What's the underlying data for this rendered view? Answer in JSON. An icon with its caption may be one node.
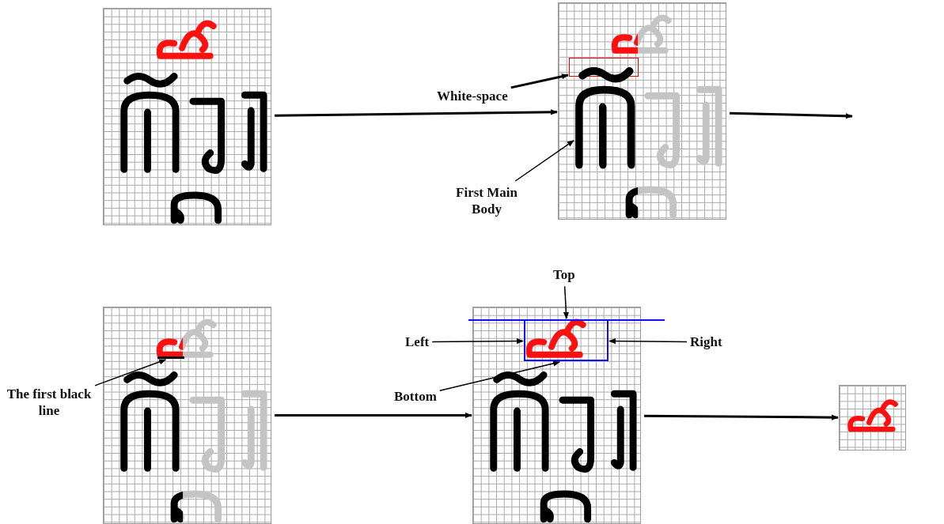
{
  "diagram": {
    "nodes": [
      {
        "text": [],
        "shape": "picture"
      },
      {
        "text": [],
        "shape": "picture"
      },
      {
        "text": [],
        "shape": "box",
        "in": 1
      },
      {
        "text": [],
        "shape": "picture",
        "in": 1
      },
      {
        "text": [
          "White-space"
        ]
      },
      {
        "text": [
          "First Main Body"
        ]
      },
      {
        "text": [],
        "shape": "picture"
      },
      {
        "text": [],
        "shape": "bar",
        "in": 6
      },
      {
        "text": [
          "The first black line"
        ]
      },
      {
        "text": [
          "Top"
        ]
      },
      {
        "text": [],
        "shape": "bar"
      },
      {
        "text": [
          "Left"
        ]
      },
      {
        "text": [],
        "shape": "picture"
      },
      {
        "text": [],
        "shape": "bar",
        "in": 12
      },
      {
        "text": [],
        "shape": "bar",
        "in": 12
      },
      {
        "text": [],
        "shape": "bar",
        "in": 12
      },
      {
        "text": [
          "Right"
        ]
      },
      {
        "text": [
          "Bottom"
        ]
      },
      {
        "text": [],
        "shape": "picture"
      }
    ],
    "edges": [
      {
        "from": 0,
        "to": 1,
        "arrow": "to"
      },
      {
        "from": 1,
        "to": null,
        "arrow": "to"
      },
      {
        "from": 4,
        "to": 2,
        "arrow": "to"
      },
      {
        "from": 5,
        "to": 3,
        "arrow": "to"
      },
      {
        "from": 6,
        "to": 12,
        "arrow": "to"
      },
      {
        "from": 8,
        "to": 7,
        "arrow": "to"
      },
      {
        "from": 9,
        "to": 10,
        "arrow": "to"
      },
      {
        "from": 11,
        "to": 13,
        "arrow": "to"
      },
      {
        "from": 16,
        "to": 14,
        "arrow": "to"
      },
      {
        "from": 17,
        "to": 15,
        "arrow": "to"
      },
      {
        "from": 12,
        "to": 18,
        "arrow": "to"
      }
    ]
  }
}
